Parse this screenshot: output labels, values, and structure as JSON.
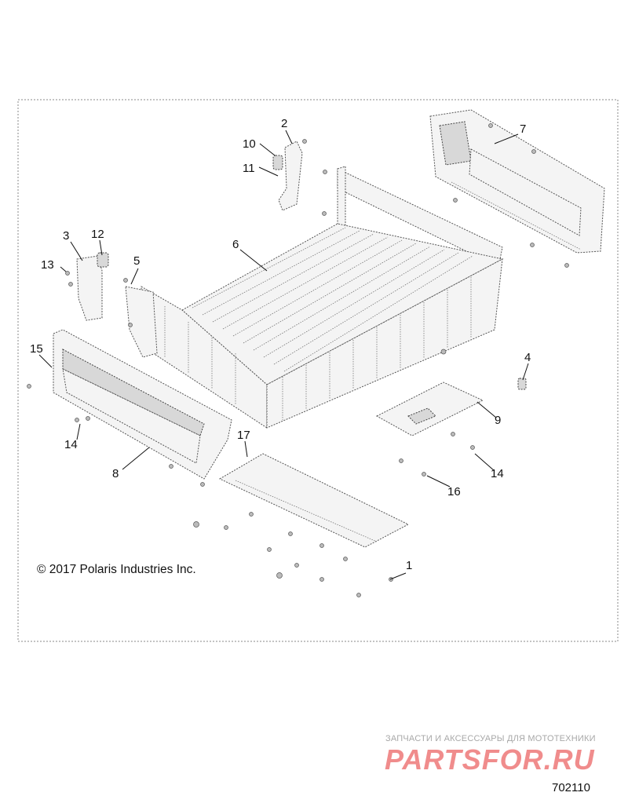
{
  "callouts": [
    "1",
    "2",
    "3",
    "4",
    "5",
    "6",
    "7",
    "8",
    "9",
    "10",
    "11",
    "12",
    "13",
    "14",
    "15",
    "16",
    "17"
  ],
  "callout_14_repeat": "14",
  "copyright": "© 2017 Polaris Industries Inc.",
  "watermark": {
    "tagline": "ЗАПЧАСТИ И АКСЕССУАРЫ ДЛЯ МОТОТЕХНИКИ",
    "brand": "PARTSFOR.RU"
  },
  "drawing_number": "702110"
}
